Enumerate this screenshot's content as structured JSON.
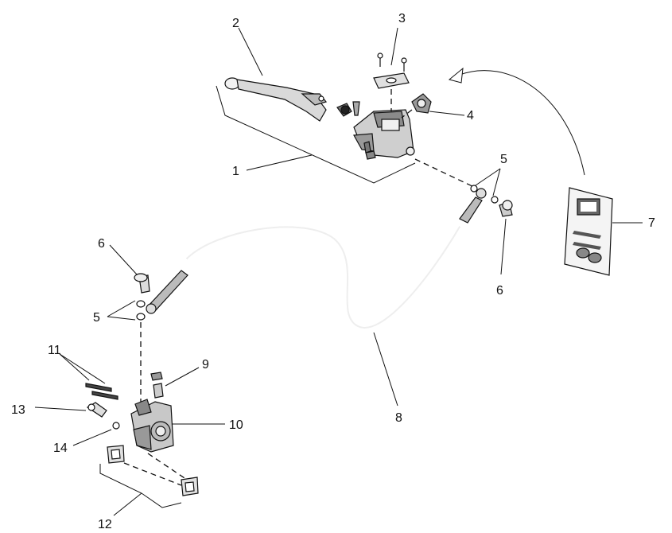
{
  "callouts": {
    "c1": "1",
    "c2": "2",
    "c3": "3",
    "c4": "4",
    "c5a": "5",
    "c5b": "5",
    "c6a": "6",
    "c6b": "6",
    "c7": "7",
    "c8": "8",
    "c9": "9",
    "c10": "10",
    "c11": "11",
    "c12": "12",
    "c13": "13",
    "c14": "14"
  },
  "colors": {
    "ink": "#111111",
    "metal": "#bdbdbd",
    "dark_metal": "#555555",
    "paper": "#ffffff"
  },
  "parts": [
    "master-cylinder-assembly",
    "brake-lever",
    "reservoir-cover-and-screws",
    "handlebar-clamp",
    "banjo-washers",
    "banjo-bolt",
    "label-kit",
    "brake-hose",
    "bleeder-valve",
    "brake-caliper",
    "caliper-pins",
    "brake-pads",
    "pad-spring",
    "o-ring"
  ]
}
